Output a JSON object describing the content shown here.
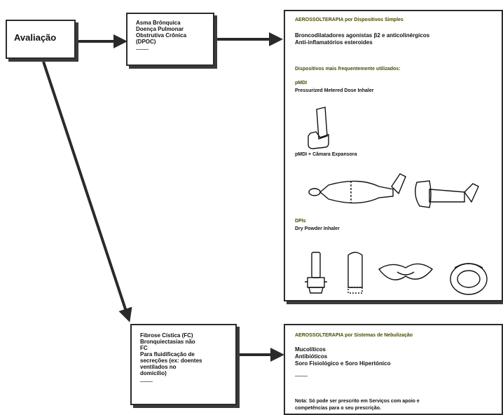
{
  "start_box": {
    "label": "Avaliação"
  },
  "box_asthma": {
    "lines": [
      "Asma Brônquica",
      "Doença Pulmonar",
      "Obstrutiva Crônica",
      "(DPOC)"
    ]
  },
  "box_simple": {
    "title": "AEROSSOLTERAPIA por Dispositivos Simples",
    "drugs": [
      "Broncodilatadores agonistas β2 e anticolinérgicos",
      "Anti-inflamatórios esteroides"
    ],
    "devices_heading": "Dispositivos mais frequentemente utilizados:",
    "pmdi_abbr": "pMDI",
    "pmdi_full": "Pressurized Metered Dose Inhaler",
    "spacer_label": "pMDI + Câmara Expansora",
    "dpi_abbr": "DPIs",
    "dpi_full": "Dry Powder Inhaler"
  },
  "box_fq": {
    "lines": [
      "Fibrose Cística (FC)",
      "Bronquiectasias não",
      "FC",
      "Para fluidificação de",
      "secreções (ex: doentes",
      "ventilados no",
      "domicílio)"
    ]
  },
  "box_neb": {
    "title": "AEROSSOLTERAPIA por Sistemas de Nebulização",
    "drugs": [
      "Mucolíticos",
      "Antibióticos",
      "Soro Fisiológico e Soro Hipertónico"
    ],
    "note_lines": [
      "Nota: Só pode ser prescrito em Serviços com apoio e",
      "competências para o seu prescrição."
    ]
  }
}
